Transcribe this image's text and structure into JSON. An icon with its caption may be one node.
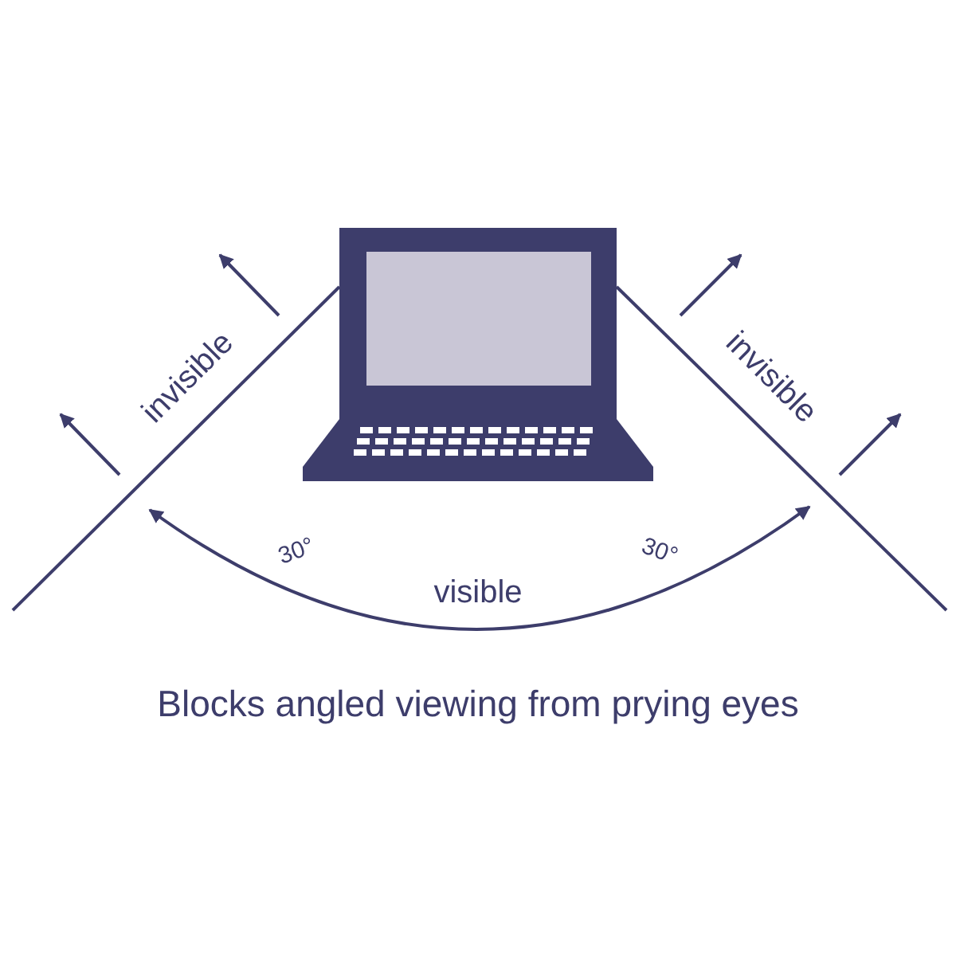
{
  "diagram": {
    "caption": "Blocks angled viewing from prying eyes",
    "labels": [
      "invisible",
      "invisible",
      "30°",
      "30°",
      "visible"
    ]
  }
}
